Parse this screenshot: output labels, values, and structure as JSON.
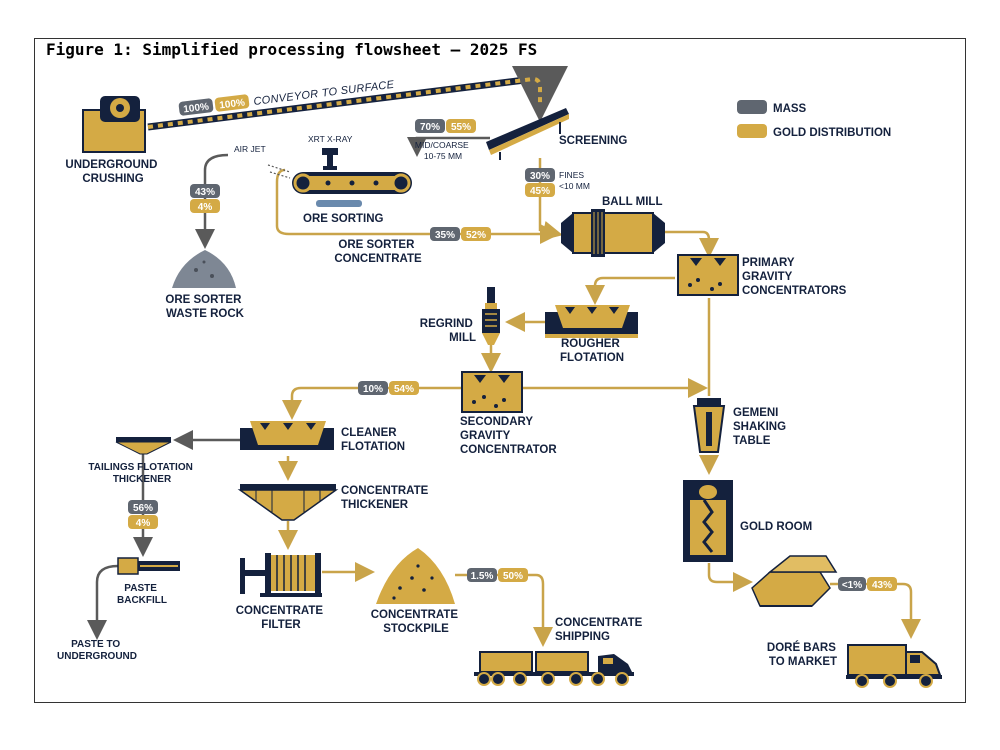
{
  "figure_title": "Figure 1: Simplified processing flowsheet – 2025 FS",
  "legend": {
    "mass": "MASS",
    "gold_distribution": "GOLD DISTRIBUTION"
  },
  "colors": {
    "navy": "#14213d",
    "gold": "#d4aa45",
    "grey_badge": "#5f6670",
    "gold_line": "#c9a44a",
    "grey_line": "#5a5a5a"
  },
  "conveyor": {
    "label": "CONVEYOR TO SURFACE",
    "mass": "100%",
    "gold": "100%"
  },
  "underground_crushing": [
    "UNDERGROUND",
    "CRUSHING"
  ],
  "screening": "SCREENING",
  "mid_coarse": {
    "mass": "70%",
    "gold": "55%",
    "label": "MID/COARSE",
    "size": "10-75 MM"
  },
  "fines": {
    "mass": "30%",
    "gold": "45%",
    "label": "FINES",
    "size": "<10 MM"
  },
  "xrt": "XRT X-RAY",
  "air_jet": "AIR JET",
  "ore_sorting": "ORE SORTING",
  "waste": {
    "mass": "43%",
    "gold": "4%",
    "label": [
      "ORE SORTER",
      "WASTE ROCK"
    ]
  },
  "sorter_concentrate": {
    "mass": "35%",
    "gold": "52%",
    "label": [
      "ORE SORTER",
      "CONCENTRATE"
    ]
  },
  "ball_mill": "BALL MILL",
  "primary_gravity": [
    "PRIMARY",
    "GRAVITY",
    "CONCENTRATORS"
  ],
  "rougher_flotation": [
    "ROUGHER",
    "FLOTATION"
  ],
  "regrind_mill": [
    "REGRIND",
    "MILL"
  ],
  "secondary_gravity": {
    "mass": "10%",
    "gold": "54%",
    "label": [
      "SECONDARY",
      "GRAVITY",
      "CONCENTRATOR"
    ]
  },
  "gemeni": [
    "GEMENI",
    "SHAKING",
    "TABLE"
  ],
  "cleaner_flotation": [
    "CLEANER",
    "FLOTATION"
  ],
  "tailings_thickener": {
    "mass": "56%",
    "gold": "4%",
    "label": [
      "TAILINGS FLOTATION",
      "THICKENER"
    ]
  },
  "concentrate_thickener": [
    "CONCENTRATE",
    "THICKENER"
  ],
  "paste_backfill": [
    "PASTE",
    "BACKFILL"
  ],
  "paste_underground": [
    "PASTE TO",
    "UNDERGROUND"
  ],
  "concentrate_filter": [
    "CONCENTRATE",
    "FILTER"
  ],
  "concentrate_stockpile": {
    "mass": "1.5%",
    "gold": "50%",
    "label": [
      "CONCENTRATE",
      "STOCKPILE"
    ]
  },
  "concentrate_shipping": [
    "CONCENTRATE",
    "SHIPPING"
  ],
  "gold_room": "GOLD ROOM",
  "dore_bars": {
    "mass": "<1%",
    "gold": "43%",
    "label": [
      "DORÉ BARS",
      "TO MARKET"
    ]
  }
}
